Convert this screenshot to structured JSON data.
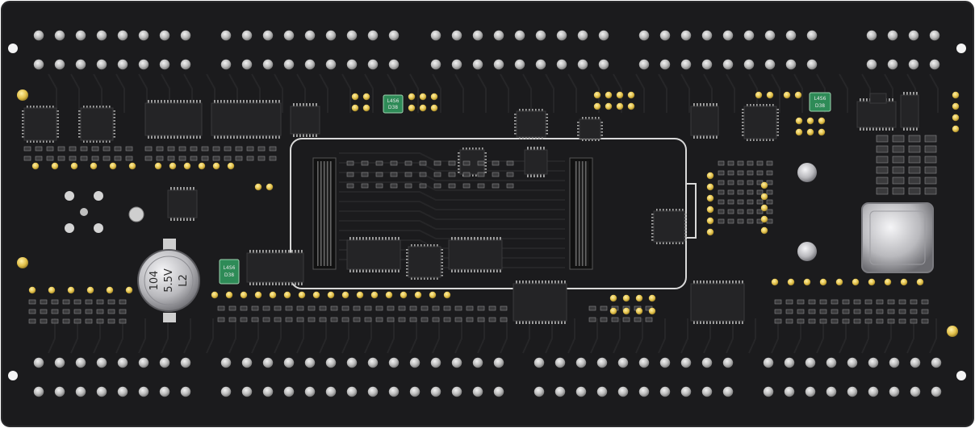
{
  "photo": {
    "subject": "pcb-board",
    "colors": {
      "board": "#1b1b1d",
      "board_edge": "#2a2a2c",
      "pad_silver": "#c9c9c9",
      "pad_gold": "#e2c04a",
      "chip": "#242426",
      "chip_pin": "#a8a8a8",
      "silkscreen": "#e8e8e8",
      "capacitor_green": "#2e8b57",
      "can_silver": "#b9b9bd",
      "crystal": "#d7d7da"
    }
  },
  "silkscreen_labels": {
    "cap_marking_1": "L4S6",
    "cap_marking_1b": "D38",
    "cap_marking_2": "L4S6",
    "cap_marking_2b": "D38",
    "cap_marking_3": "L4S6",
    "cap_marking_3b": "D38",
    "electrolytic_value": "104",
    "electrolytic_voltage": "5.5V",
    "electrolytic_code": "L2"
  }
}
